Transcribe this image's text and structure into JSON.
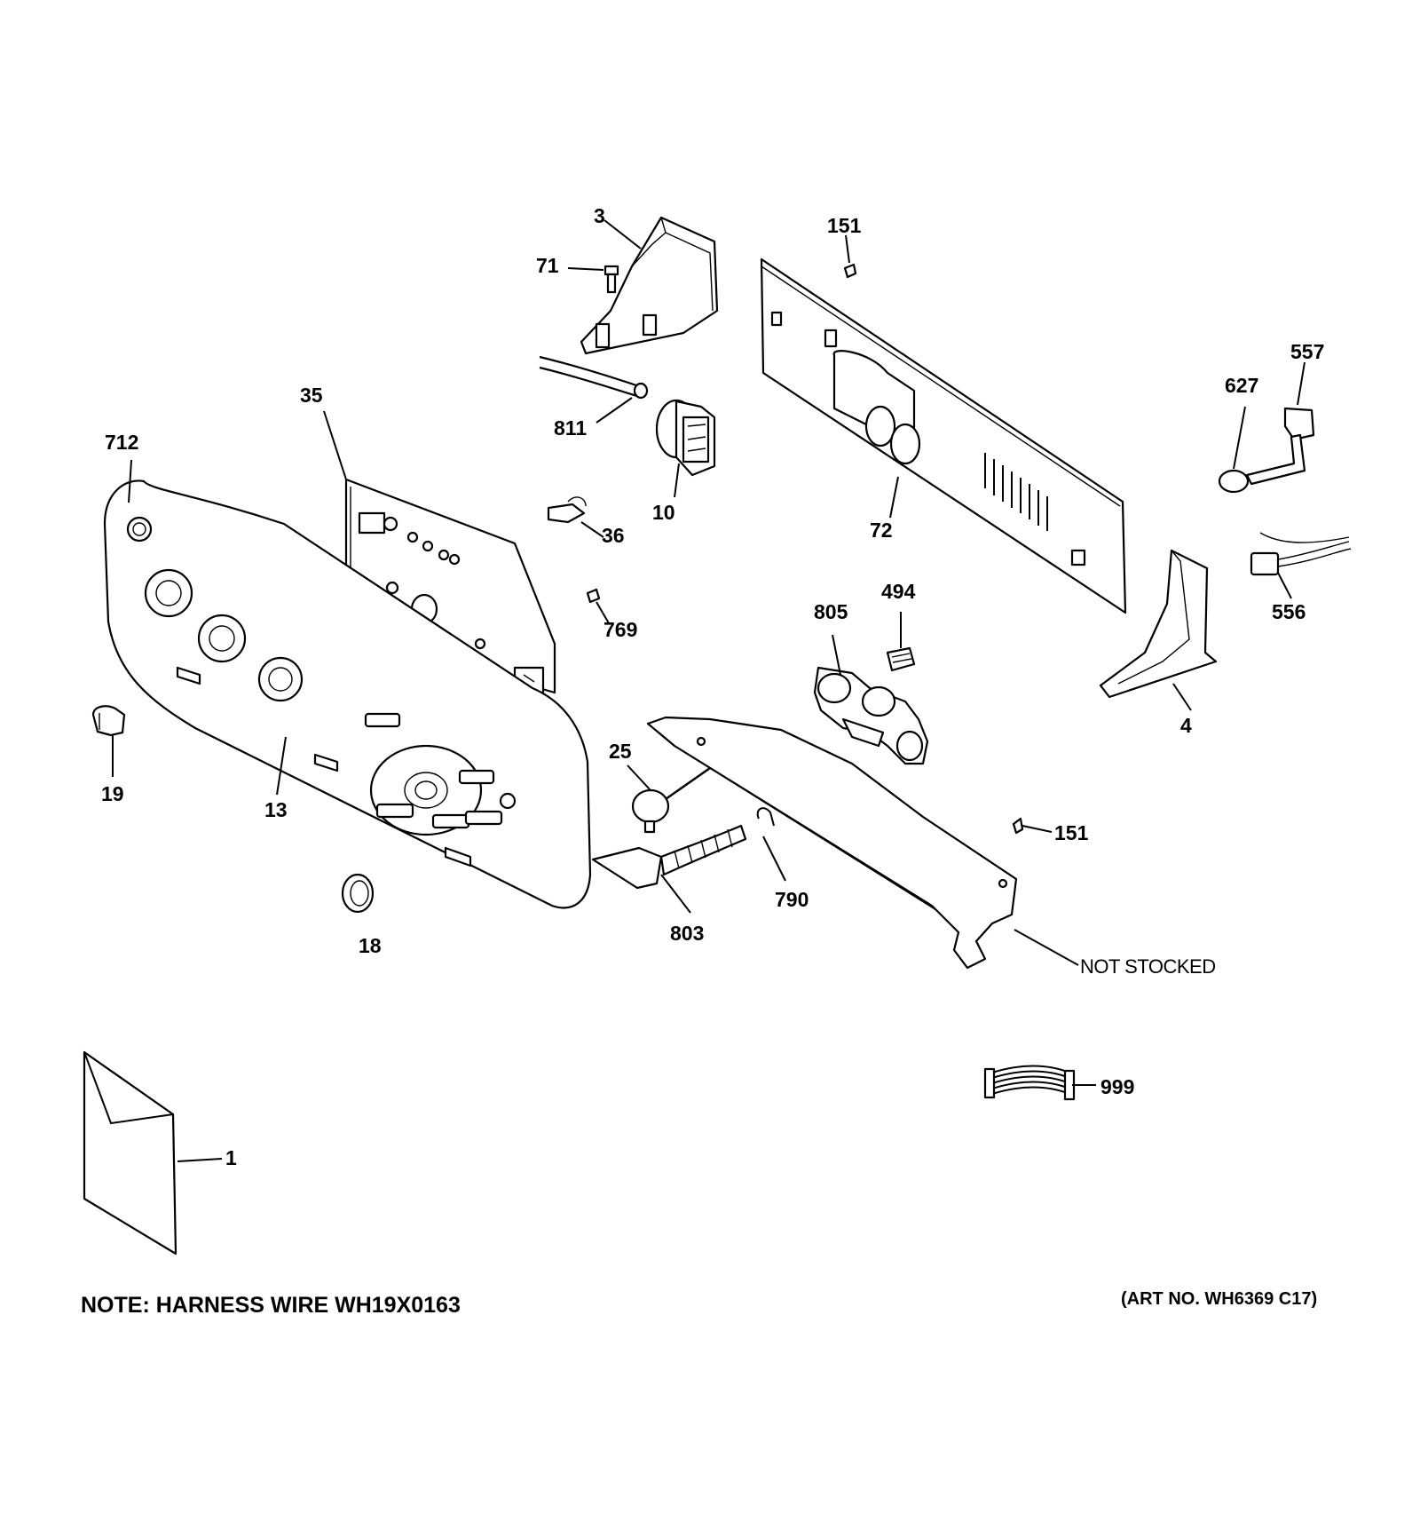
{
  "callouts": {
    "c3": "3",
    "c71": "71",
    "c151a": "151",
    "c557": "557",
    "c627": "627",
    "c35": "35",
    "c811": "811",
    "c712": "712",
    "c10": "10",
    "c72": "72",
    "c36": "36",
    "c556": "556",
    "c769": "769",
    "c494": "494",
    "c805": "805",
    "c4": "4",
    "c25": "25",
    "c19": "19",
    "c13": "13",
    "c151b": "151",
    "c790": "790",
    "c803": "803",
    "c18": "18",
    "c999": "999",
    "c1": "1"
  },
  "labels": {
    "not_stocked": "NOT STOCKED",
    "note": "NOTE: HARNESS WIRE WH19X0163",
    "art_no": "(ART NO. WH6369 C17)"
  }
}
